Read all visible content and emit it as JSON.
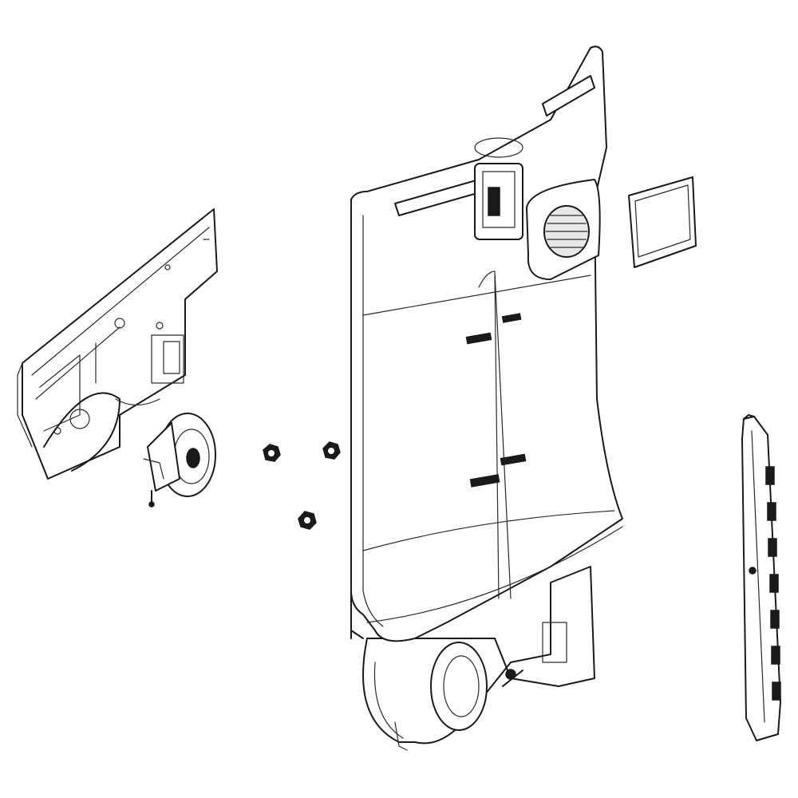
{
  "diagram": {
    "background_color": "#ffffff",
    "line_color": "#1a1a1a",
    "shade_color": "#e8e8e8",
    "parts": [
      {
        "name": "control-board-bracket",
        "icon": "bracket-panel"
      },
      {
        "name": "fan-motor",
        "icon": "motor"
      },
      {
        "name": "nut",
        "icon": "hex-nut",
        "count": 3
      },
      {
        "name": "evaporator-cover",
        "icon": "panel"
      },
      {
        "name": "filter-pad",
        "icon": "square-pad"
      },
      {
        "name": "side-rail",
        "icon": "rail"
      }
    ]
  }
}
